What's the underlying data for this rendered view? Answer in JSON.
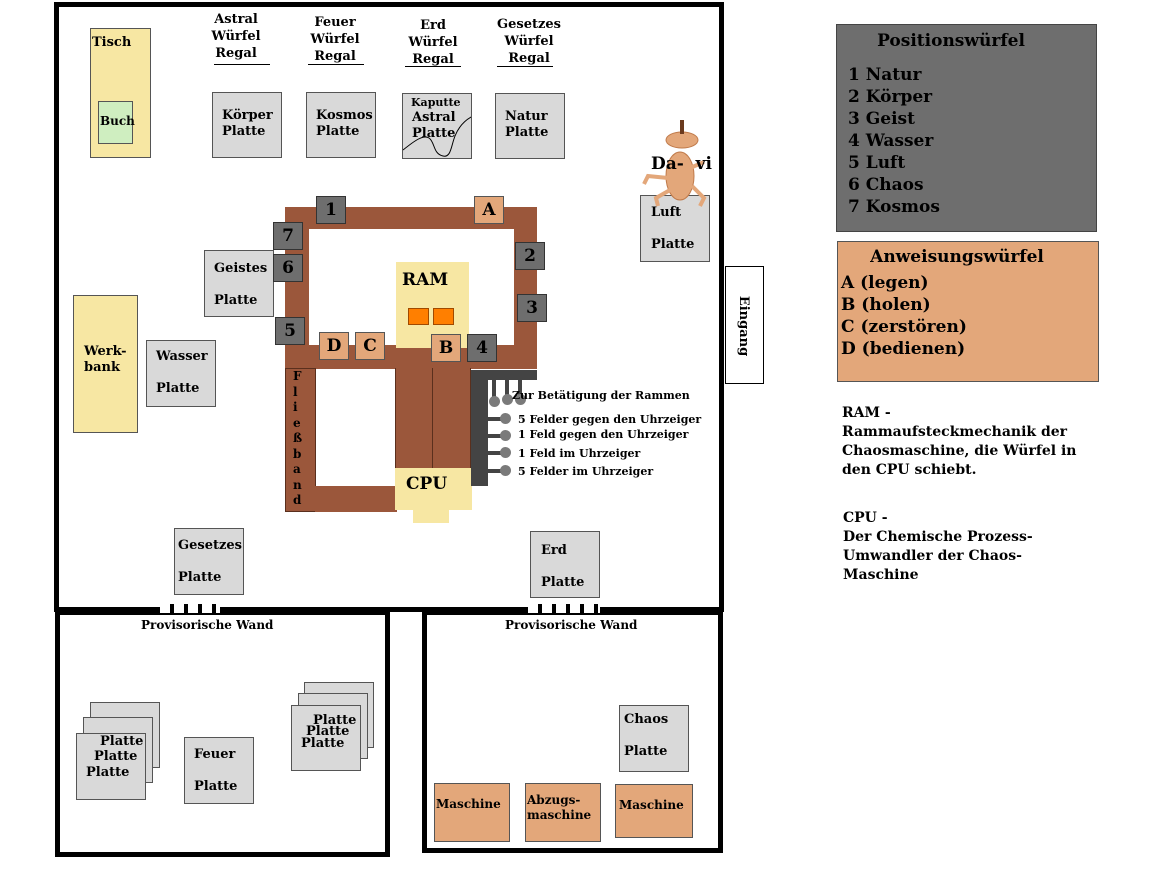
{
  "racks": {
    "astral": "Astral\nWürfel\nRegal",
    "feuer": "Feuer\nWürfel\nRegal",
    "erd": "Erd\nWürfel\nRegal",
    "gesetzes": "Gesetzes\nWürfel\nRegal"
  },
  "furniture": {
    "tisch": "Tisch",
    "buch": "Buch",
    "werkbank": "Werk-\nbank",
    "eingang": "Eingang",
    "davi": "Da-  vi"
  },
  "plates": {
    "koerper": "Körper\nPlatte",
    "kosmos": "Kosmos\nPlatte",
    "kaputte_top": "Kaputte",
    "kaputte_rest": "Astral\nPlatte",
    "natur": "Natur\nPlatte",
    "luft": "Luft\n\nPlatte",
    "geistes": "Geistes\n\nPlatte",
    "wasser": "Wasser\n\nPlatte",
    "gesetzes": "Gesetzes\n\nPlatte",
    "erd": "Erd\n\nPlatte",
    "feuer": "Feuer\n\nPlatte",
    "chaos": "Chaos\n\nPlatte",
    "stack_generic": "Platte"
  },
  "machine": {
    "ram": "RAM",
    "cpu": "CPU",
    "fliessband": "F\nl\ni\ne\nß\nb\na\nn\nd",
    "positions": [
      "1",
      "2",
      "3",
      "4",
      "5",
      "6",
      "7"
    ],
    "instructions": [
      "A",
      "B",
      "C",
      "D"
    ],
    "rammen_title": "Zur Betätigung der Rammen",
    "rammen": [
      "5 Felder gegen den Uhrzeiger",
      "1 Feld gegen den Uhrzeiger",
      "1 Feld im Uhrzeiger",
      "5 Felder im Uhrzeiger"
    ]
  },
  "walls": {
    "left": "Provisorische Wand",
    "right": "Provisorische Wand"
  },
  "machines_right": {
    "m1": "Maschine",
    "m2": "Abzugs-\nmaschine",
    "m3": "Maschine"
  },
  "legend": {
    "position_title": "Positionswürfel",
    "position_items": "1 Natur\n2 Körper\n3 Geist\n4 Wasser\n5 Luft\n6 Chaos\n7 Kosmos",
    "instruction_title": "Anweisungswürfel",
    "instruction_items": "A (legen)\nB (holen)\nC (zerstören)\nD (bedienen)",
    "ram_note": "RAM -\nRammaufsteckmechanik der\nChaosmaschine, die Würfel in\nden CPU schiebt.",
    "cpu_note": "CPU -\nDer Chemische Prozess-\nUmwandler der Chaos-\nMaschine"
  },
  "colors": {
    "position_bg": "#6e6e6e",
    "instruction_bg": "#e3a77a",
    "track": "#9b573b",
    "furniture": "#f7e7a3",
    "plate": "#d9d9d9"
  }
}
